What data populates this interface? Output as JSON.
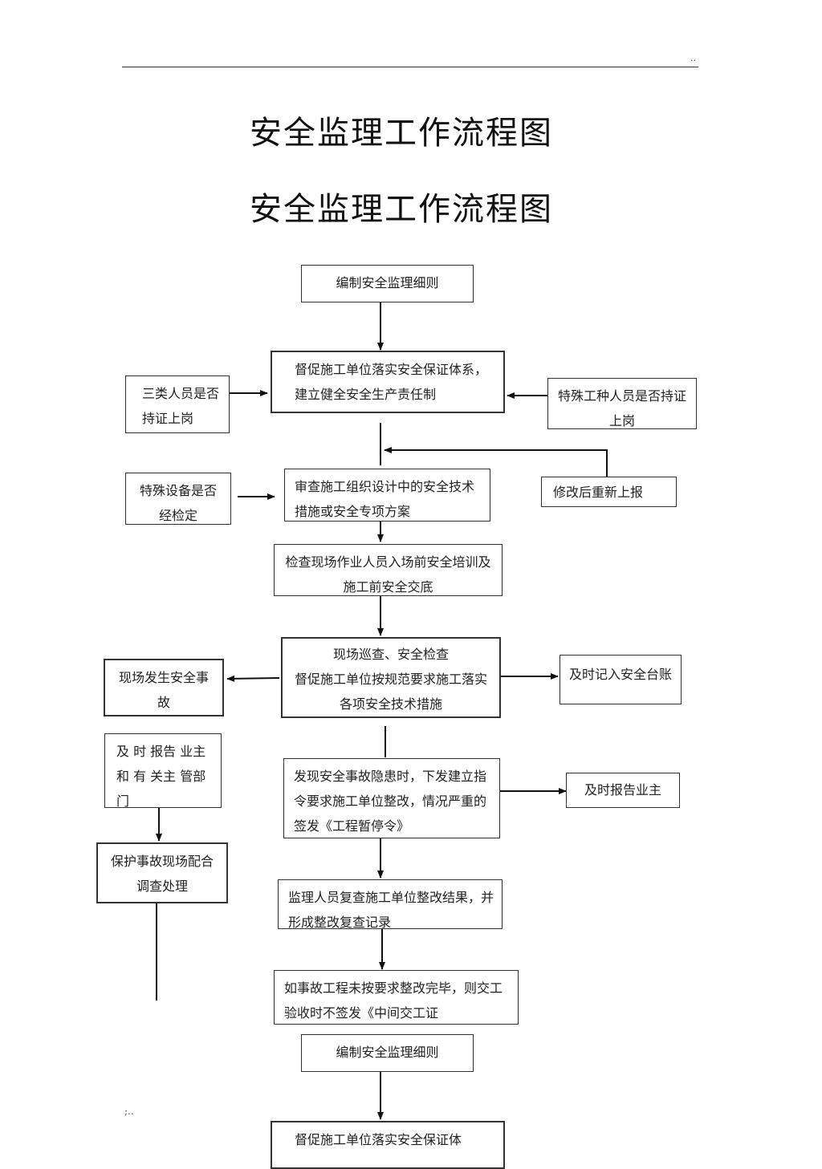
{
  "header_mark": "..",
  "footer_mark": ";..",
  "titles": [
    "安全监理工作流程图",
    "安全监理工作流程图"
  ],
  "nodes": {
    "n1": "编制安全监理细则",
    "n2": "督促施工单位落实安全保证体系，建立健全安全生产责任制",
    "n3": "三类人员是否持证上岗",
    "n4": "特殊工种人员是否持证上岗",
    "n5": "审查施工组织设计中的安全技术措施或安全专项方案",
    "n6": "特殊设备是否经检定",
    "n7": "修改后重新上报",
    "n8": "检查现场作业人员入场前安全培训及施工前安全交底",
    "n9a": "现场巡查、安全检查",
    "n9b": "督促施工单位按规范要求施工落实各项安全技术措施",
    "n10": "现场发生安全事故",
    "n11": "及时记入安全台账",
    "n12": "及 时 报告  业主和 有 关主  管部门",
    "n13": "发现安全事故隐患时，下发建立指令要求施工单位整改，情况严重的签发《工程暂停令》",
    "n14": "及时报告业主",
    "n15": "保护事故现场配合调查处理",
    "n16": "监理人员复查施工单位整改结果，并形成整改复查记录",
    "n17": "如事故工程未按要求整改完毕，则交工验收时不签发《中间交工证",
    "n18": "编制安全监理细则",
    "n19": "督促施工单位落实安全保证体"
  }
}
